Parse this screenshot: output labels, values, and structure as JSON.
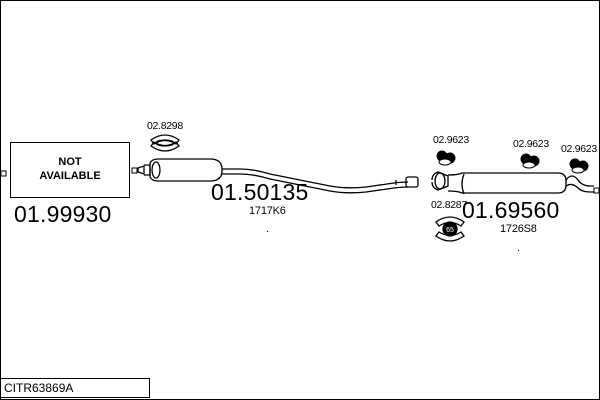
{
  "parts": {
    "front_pipe": {
      "availability_text_line1": "NOT",
      "availability_text_line2": "AVAILABLE",
      "part_number": "01.99930"
    },
    "center_silencer": {
      "part_number": "01.50135",
      "ref": "1717K6",
      "clamp": "02.8298"
    },
    "rear_silencer": {
      "part_number": "01.69560",
      "ref": "1726S8",
      "hanger_1": "02.9623",
      "hanger_2": "02.9623",
      "hanger_3": "02.9623",
      "clamp": "02.8287"
    }
  },
  "kit_code": "CITR63869A",
  "misc": {
    "dot_1": ".",
    "dot_2": ".",
    "bolt_count": "65"
  }
}
